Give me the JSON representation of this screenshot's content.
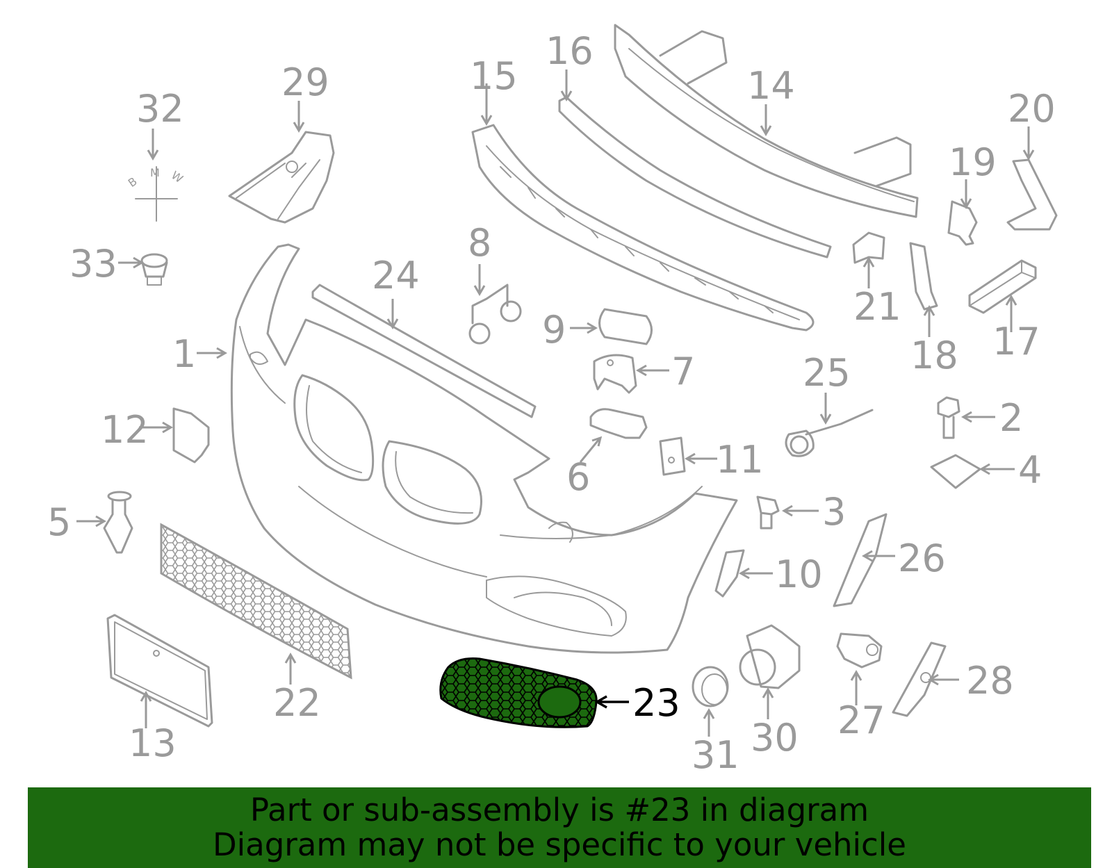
{
  "highlight_color": "#1c6a0f",
  "highlighted_part": "23",
  "logo": {
    "letters": [
      "B",
      "M",
      "W"
    ]
  },
  "callouts": {
    "c1": "1",
    "c2": "2",
    "c3": "3",
    "c4": "4",
    "c5": "5",
    "c6": "6",
    "c7": "7",
    "c8": "8",
    "c9": "9",
    "c10": "10",
    "c11": "11",
    "c12": "12",
    "c13": "13",
    "c14": "14",
    "c15": "15",
    "c16": "16",
    "c17": "17",
    "c18": "18",
    "c19": "19",
    "c20": "20",
    "c21": "21",
    "c22": "22",
    "c23": "23",
    "c24": "24",
    "c25": "25",
    "c26": "26",
    "c27": "27",
    "c28": "28",
    "c29": "29",
    "c30": "30",
    "c31": "31",
    "c32": "32",
    "c33": "33"
  },
  "banner": {
    "line1": "Part or sub-assembly is #23 in diagram",
    "line2": "Diagram may not be specific to your vehicle"
  }
}
